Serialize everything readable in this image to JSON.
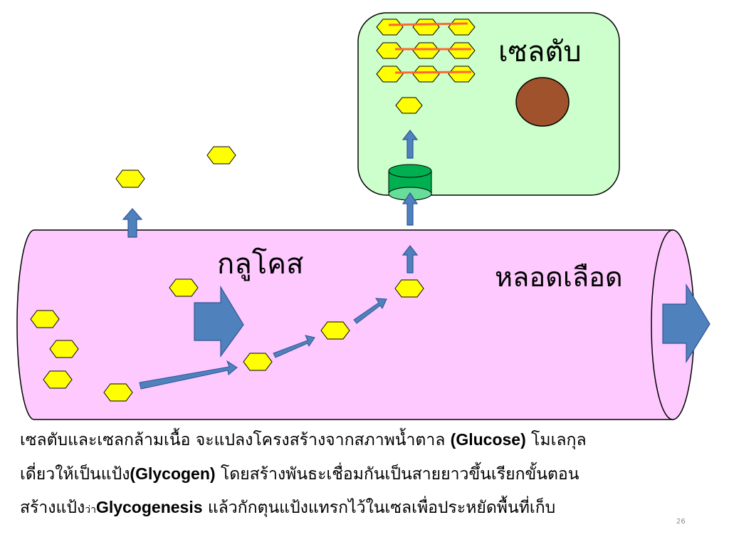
{
  "labels": {
    "liver_cell": "เซลตับ",
    "glucose": "กลูโคส",
    "blood_vessel": "หลอดเลือด"
  },
  "caption": {
    "line1_a": "เซลตับและเซลกล้ามเนื้อ จะแปลงโครงสร้างจากสภาพน้ำตาล ",
    "line1_b": "(Glucose)",
    "line1_c": " โมเลกุล",
    "line2_a": "เดี่ยวให้เป็นแป้ง",
    "line2_b": "(Glycogen)",
    "line2_c": " โดยสร้างพันธะเชื่อมกันเป็นสายยาวขึ้นเรียกขั้นตอน",
    "line3_a": "สร้างแป้ง",
    "line3_small": "ว่า",
    "line3_b": "Glycogenesis",
    "line3_c": " แล้วกักตุนแป้งแทรกไว้ในเซลเพื่อประหยัดพื้นที่เก็บ"
  },
  "page_number": "26",
  "colors": {
    "vessel_fill": "#fec9fe",
    "cell_fill": "#ccffcc",
    "glucose_fill": "#ffff00",
    "glycogen_bond": "#ff6633",
    "arrow_fill": "#4f81bd",
    "transporter_fill": "#00b050",
    "nucleus_fill": "#a0522d"
  }
}
